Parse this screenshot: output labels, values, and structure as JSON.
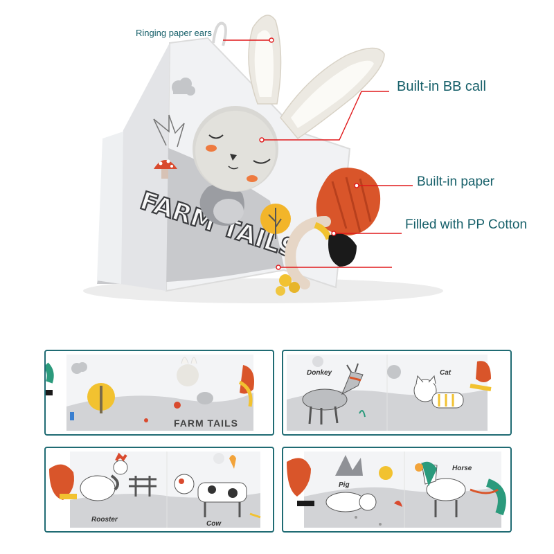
{
  "callouts": {
    "ears": "Ringing paper ears",
    "bb_call": "Built-in BB call",
    "paper": "Built-in paper",
    "cotton": "Filled with PP Cotton"
  },
  "cover": {
    "title": "FARM TAILS"
  },
  "thumbnails": [
    {
      "title": "FARM TAILS"
    },
    {
      "left_label": "Donkey",
      "right_label": "Cat"
    },
    {
      "left_label": "Rooster",
      "right_label": "Cow"
    },
    {
      "left_label": "Pig",
      "right_label": "Horse"
    }
  ],
  "colors": {
    "accent": "#1f6b73",
    "callout_line": "#e0191b",
    "orange": "#d9552a",
    "yellow": "#f2c230"
  }
}
